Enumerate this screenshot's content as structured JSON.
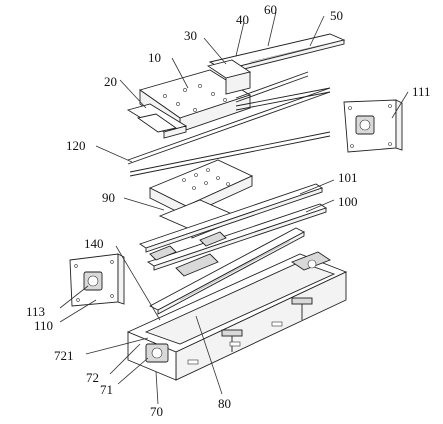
{
  "labels": {
    "l10": "10",
    "l20": "20",
    "l30": "30",
    "l40": "40",
    "l50": "50",
    "l60": "60",
    "l70": "70",
    "l71": "71",
    "l72": "72",
    "l80": "80",
    "l90": "90",
    "l100": "100",
    "l101": "101",
    "l110": "110",
    "l111": "111",
    "l113": "113",
    "l120": "120",
    "l140": "140",
    "l721": "721"
  },
  "colors": {
    "line": "#222222",
    "fill_light": "#f3f3f3",
    "fill_dark": "#d9d9d9",
    "background": "#ffffff"
  }
}
